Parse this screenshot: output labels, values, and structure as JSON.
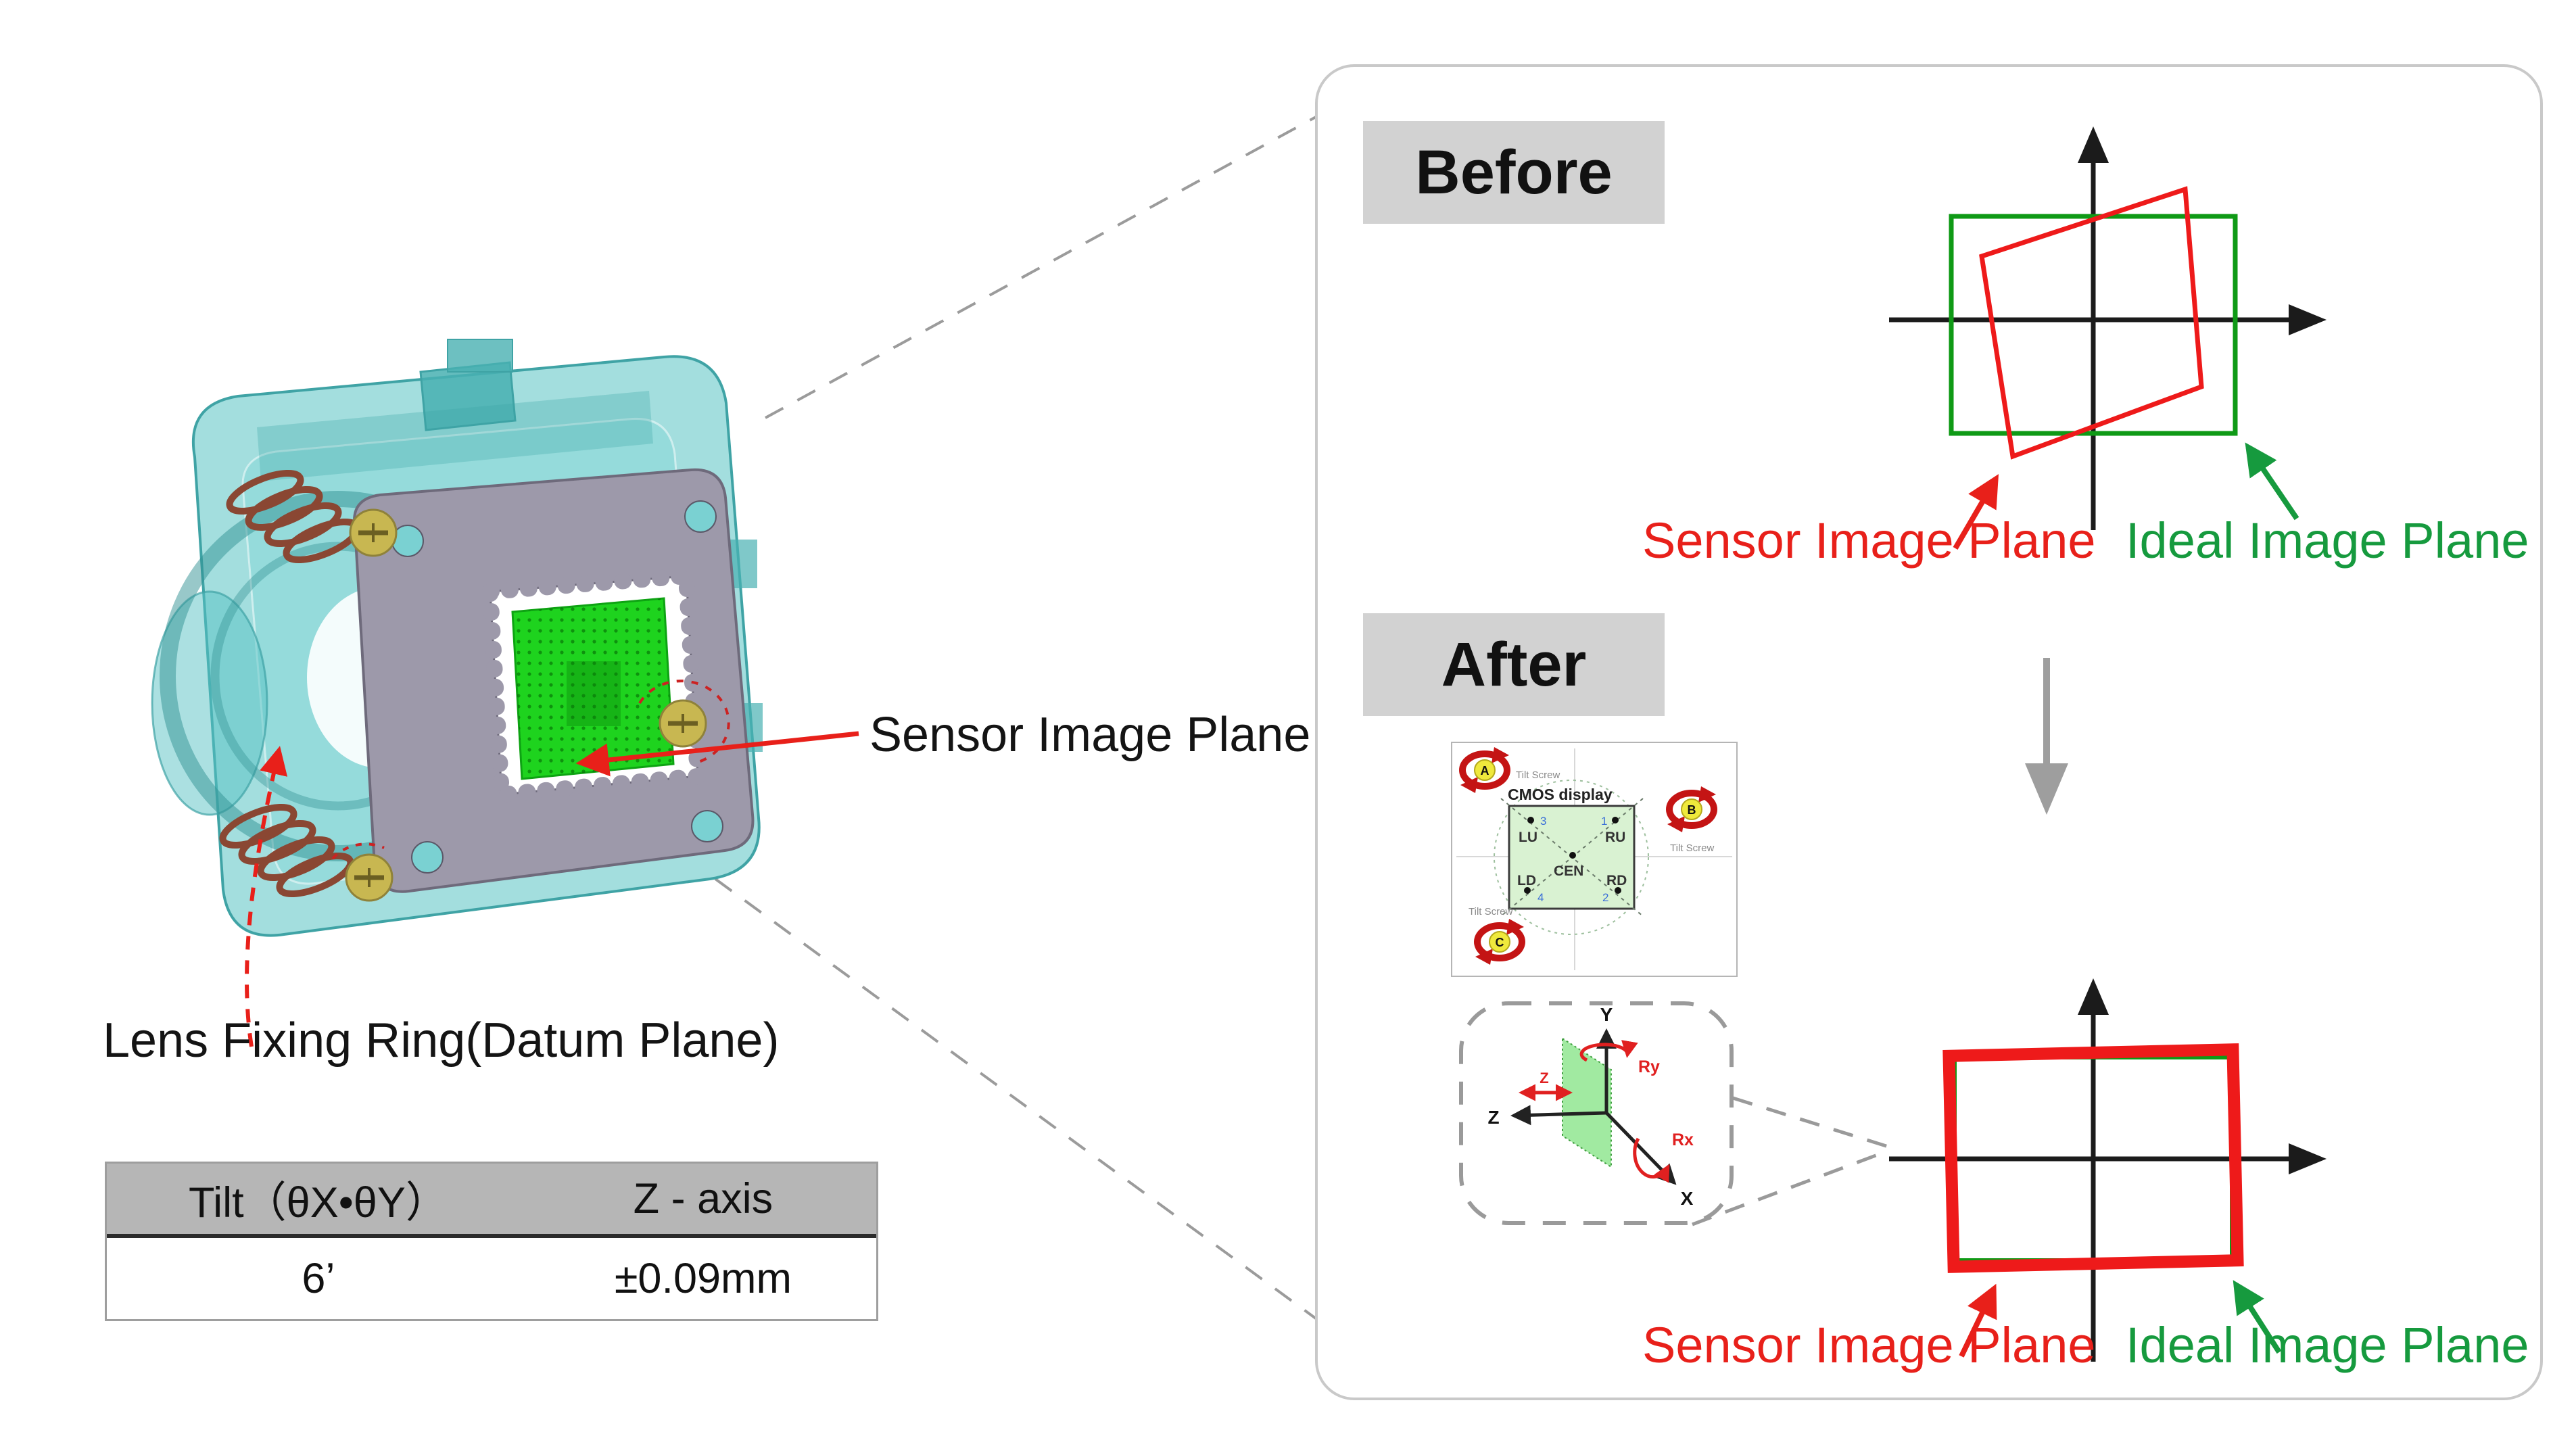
{
  "module": {
    "sensor_label": "Sensor Image Plane",
    "ring_label": "Lens Fixing Ring(Datum Plane)"
  },
  "table": {
    "headers": [
      "Tilt（θX•θY）",
      "Z - axis"
    ],
    "values": [
      "6’",
      "±0.09mm"
    ]
  },
  "panel": {
    "before": {
      "title": "Before",
      "sensor_label": "Sensor Image Plane",
      "ideal_label": "Ideal Image Plane"
    },
    "after": {
      "title": "After",
      "sensor_label": "Sensor Image Plane",
      "ideal_label": "Ideal Image Plane"
    },
    "cmos": {
      "title": "CMOS display",
      "corners": {
        "lu": "LU",
        "ru": "RU",
        "ld": "LD",
        "rd": "RD",
        "cen": "CEN"
      },
      "numbers": {
        "ru": "1",
        "rd": "2",
        "lu": "3",
        "ld": "4"
      },
      "screws": [
        {
          "id": "A",
          "label": "Tilt Screw"
        },
        {
          "id": "B",
          "label": "Tilt Screw"
        },
        {
          "id": "C",
          "label": "Tilt Screw"
        }
      ]
    },
    "axes3d": {
      "x": "X",
      "y": "Y",
      "z": "Z",
      "rx": "Rx",
      "ry": "Ry",
      "z_shift": "Z"
    }
  },
  "colors": {
    "red": "#e8201a",
    "red_rect": "#ee1a1a",
    "green_text": "#169a3e",
    "green_rect": "#0f9a16",
    "axis_black": "#1b1b1b",
    "panel_border": "#c9c9c9",
    "mode_box_bg": "#d2d2d2",
    "table_header_bg": "#b6b6b6",
    "gray_arrow": "#9e9e9e",
    "dashed_connector": "#9b9b9b",
    "housing_teal": "#58bdbd",
    "plate_gray": "#9d99aa",
    "sensor_green": "#1ed31e",
    "screw_yellow": "#c8b751",
    "spring_copper": "#8a4733",
    "cmos_fill": "#d9f2d2",
    "number_blue": "#3a6fd8"
  }
}
